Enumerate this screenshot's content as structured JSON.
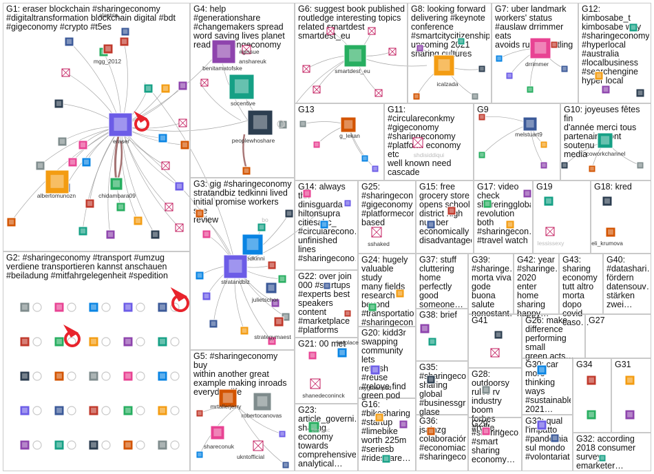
{
  "groups": [
    {
      "id": "G1",
      "label": "G1: eraser blockchain #sharingeconomy\n#digitaltransformation blockchain digital #bdt\n#gigeconomy #crypto #t5es"
    },
    {
      "id": "G4",
      "label": "G4: help #generationshare\n#changemakers spread\nword saving lives planet\nread #sharingeconomy"
    },
    {
      "id": "G6",
      "label": "G6: suggest book published\nroutledge interesting topics\nrelated smartdest\nsmartdest_eu"
    },
    {
      "id": "G8",
      "label": "G8: looking forward\ndelivering #keynote\nconference\n#smartcitycitizenship\nupcoming 2021\nsharing cultures"
    },
    {
      "id": "G7",
      "label": "G7: uber landmark\nworkers' status\n#auslaw drrimmer eats\navoids ruling settling"
    },
    {
      "id": "G12",
      "label": "G12: kimbosabe_t\nkimbosabe way\n#sharingeconomy\n#hyperlocal\n#australia\n#localbusiness\n#searchengine\nhyper local"
    },
    {
      "id": "G13",
      "label": "G13"
    },
    {
      "id": "G11",
      "label": "G11: #circulareconkmy\n#gigeconomy\n#sharingeconomy\n#platform economy etc\nwell known need\ncascade"
    },
    {
      "id": "G9",
      "label": "G9"
    },
    {
      "id": "G10",
      "label": "G10: joyeuses fêtes fin\nd'année merci tous\npartenaires ont soutenu\nmedia"
    },
    {
      "id": "G3",
      "label": "G3: gig #sharingeconomy\nstratandbiz tedkinni lived\ninitial promise workers see\nreview"
    },
    {
      "id": "G14",
      "label": "G14: always thx\ndinisguarda\nhiltonsupra\ncitiesabc_\n#circulareconо…\nunfinished lines\n#sharingecono…"
    },
    {
      "id": "G25",
      "label": "G25:\n#sharingecon…\n#gigeconomy\n#platformecon…\nbased"
    },
    {
      "id": "G15",
      "label": "G15: free\ngrocery store\nopens school\ndistrict high\nnumber\neconomically\ndisadvantaged"
    },
    {
      "id": "G17",
      "label": "G17: video\ncheck\nshareringglobal\nrevolution both\n#sharingecon…\n#travel watch"
    },
    {
      "id": "G19",
      "label": "G19"
    },
    {
      "id": "G18",
      "label": "G18: kred"
    },
    {
      "id": "G2",
      "label": "G2: #sharingeconomy #transport #umzug\nverdiene transportieren kannst anschauen\n#beiladung #mitfahrgelegenheit #spedition"
    },
    {
      "id": "G22",
      "label": "G22: over join\n000 #startups\n#experts best\nspeakers\ncontent\n#marketplace\n#platforms"
    },
    {
      "id": "G24",
      "label": "G24: hugely\nvaluable study\nmany fields\nresearch\nbeyond\n#transportation\n#sharingecon…"
    },
    {
      "id": "G37",
      "label": "G37: stuff\ncluttering\nhome\nperfectly good\nsomeone…"
    },
    {
      "id": "G39",
      "label": "G39:\n#sharinge…\nmorta viva\ngode buona\nsalute\nnonostant…"
    },
    {
      "id": "G42",
      "label": "G42: year\n#sharinge…\n2020 enter\nhome\nsharing\nhappy…"
    },
    {
      "id": "G43",
      "label": "G43:\nsharing\neconomy\ntutt altro\nmorta dopo\ncovid caso…"
    },
    {
      "id": "G40",
      "label": "G40:\n#datashari…\nfördern\ndatensouv…\nstärken\nzwei…"
    },
    {
      "id": "G38",
      "label": "G38: brief"
    },
    {
      "id": "G41",
      "label": "G41"
    },
    {
      "id": "G26",
      "label": "G26: make\ndifference\nperforming small\ngreen acts…"
    },
    {
      "id": "G27",
      "label": "G27"
    },
    {
      "id": "G21",
      "label": "G21: 00 met"
    },
    {
      "id": "G20",
      "label": "G20: kidd3r\nswapping\ncommunity lets\nrefresh #reuse\n#relove find\ngreen pod"
    },
    {
      "id": "G5",
      "label": "G5: #sharingeconomy buy\nwithin another great\nexample making inroads\neveryday life"
    },
    {
      "id": "G35",
      "label": "G35:\n#sharingeco…\nsharing global\n#businessgr…\nglase"
    },
    {
      "id": "G28",
      "label": "G28:\noutdoorsy\nrules rv\nindustry boom\nforbes #rvlife…"
    },
    {
      "id": "G30",
      "label": "G30: car\nmore thinking\nways\n#sustainable\n2021…"
    },
    {
      "id": "G34",
      "label": "G34"
    },
    {
      "id": "G31",
      "label": "G31"
    },
    {
      "id": "G23",
      "label": "G23:\narticle_governi…\nsharing\neconomy\ntowards\ncomprehensive\nanalytical…"
    },
    {
      "id": "G16",
      "label": "G16:\n#bikesharing\n#startup\n#limebike\nworth 225m\n#seriesb\n#rideshare…"
    },
    {
      "id": "G36",
      "label": "G36: jsainzg\ncolaboración\n#economiac…\n#sharingeco…"
    },
    {
      "id": "G29",
      "label": "G29:\n#sharingeco…\n#smart\nsharing\neconomy…"
    },
    {
      "id": "G33",
      "label": "G33: qual\nl'impatto\n#pandemia\nsul mondo\n#volontariat…"
    },
    {
      "id": "G32",
      "label": "G32: according\n2018 consumer\nsurvey emarketer…"
    }
  ],
  "node_labels": [
    {
      "text": "eraser",
      "style": "normal"
    },
    {
      "text": "alastria_",
      "style": "normal"
    },
    {
      "text": "mgg_2012",
      "style": "normal"
    },
    {
      "text": "chidambara09",
      "style": "normal"
    },
    {
      "text": "albertomunozn",
      "style": "normal"
    },
    {
      "text": "benitamatofske",
      "style": "normal"
    },
    {
      "text": "#gissue",
      "style": "normal"
    },
    {
      "text": "anshareuk",
      "style": "normal"
    },
    {
      "text": "socentive",
      "style": "normal"
    },
    {
      "text": "peoplewhoshare",
      "style": "normal"
    },
    {
      "text": "smartdest_eu",
      "style": "normal"
    },
    {
      "text": "icalzada",
      "style": "normal"
    },
    {
      "text": "empresa",
      "style": "faint"
    },
    {
      "text": "drrimmer",
      "style": "normal"
    },
    {
      "text": "g_lekan",
      "style": "normal"
    },
    {
      "text": "shdisiddiqui",
      "style": "faint"
    },
    {
      "text": "melstuart9",
      "style": "normal"
    },
    {
      "text": "coworkchannel",
      "style": "normal"
    },
    {
      "text": "tedkinni",
      "style": "normal"
    },
    {
      "text": "stratandbiz",
      "style": "normal"
    },
    {
      "text": "julietschor",
      "style": "normal"
    },
    {
      "text": "strategymaest",
      "style": "normal"
    },
    {
      "text": "bo",
      "style": "faint"
    },
    {
      "text": "sshaked",
      "style": "normal"
    },
    {
      "text": "lessissexy",
      "style": "faint"
    },
    {
      "text": "eli_krumova",
      "style": "normal"
    },
    {
      "text": "shanedeconinck",
      "style": "normal"
    },
    {
      "text": "ketplace",
      "style": "normal"
    },
    {
      "text": "mygreenpod",
      "style": "normal"
    },
    {
      "text": "mrtallerjerry",
      "style": "normal"
    },
    {
      "text": "robertocanovas",
      "style": "normal"
    },
    {
      "text": "shareconuk",
      "style": "normal"
    },
    {
      "text": "ukntofficial",
      "style": "normal"
    },
    {
      "text": "tiesgac",
      "style": "faint"
    }
  ],
  "colors": {
    "arrow_red": "#e8232c",
    "group_border": "#c9c9c9",
    "edge_gray": "#8a8a8a",
    "edge_dark_red": "#8c4a4a",
    "node_label": "#333333"
  }
}
